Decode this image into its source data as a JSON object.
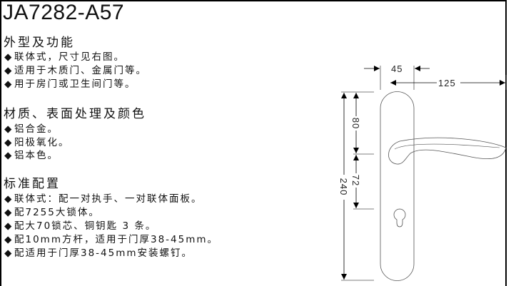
{
  "title": "JA7282-A57",
  "sections": [
    {
      "heading": "外型及功能",
      "items": [
        "联体式，尺寸见右图。",
        "适用于木质门、金属门等。",
        "用于房门或卫生间门等。"
      ]
    },
    {
      "heading": "材质、表面处理及颜色",
      "items": [
        "铝合金。",
        "阳极氧化。",
        "铝本色。"
      ]
    },
    {
      "heading": "标准配置",
      "items": [
        "联体式：配一对执手、一对联体面板。",
        "配7255大锁体。",
        "配大70锁芯、铜钥匙 3 条。",
        "配10mm方杆，适用于门厚38-45mm。",
        "配适用于门厚38-45mm安装螺钉。"
      ]
    }
  ],
  "bullet": "◆",
  "drawing": {
    "dim_width_plate": "45",
    "dim_handle_length": "125",
    "dim_total_height": "240",
    "dim_top_to_handle": "80",
    "dim_handle_to_key": "72"
  }
}
